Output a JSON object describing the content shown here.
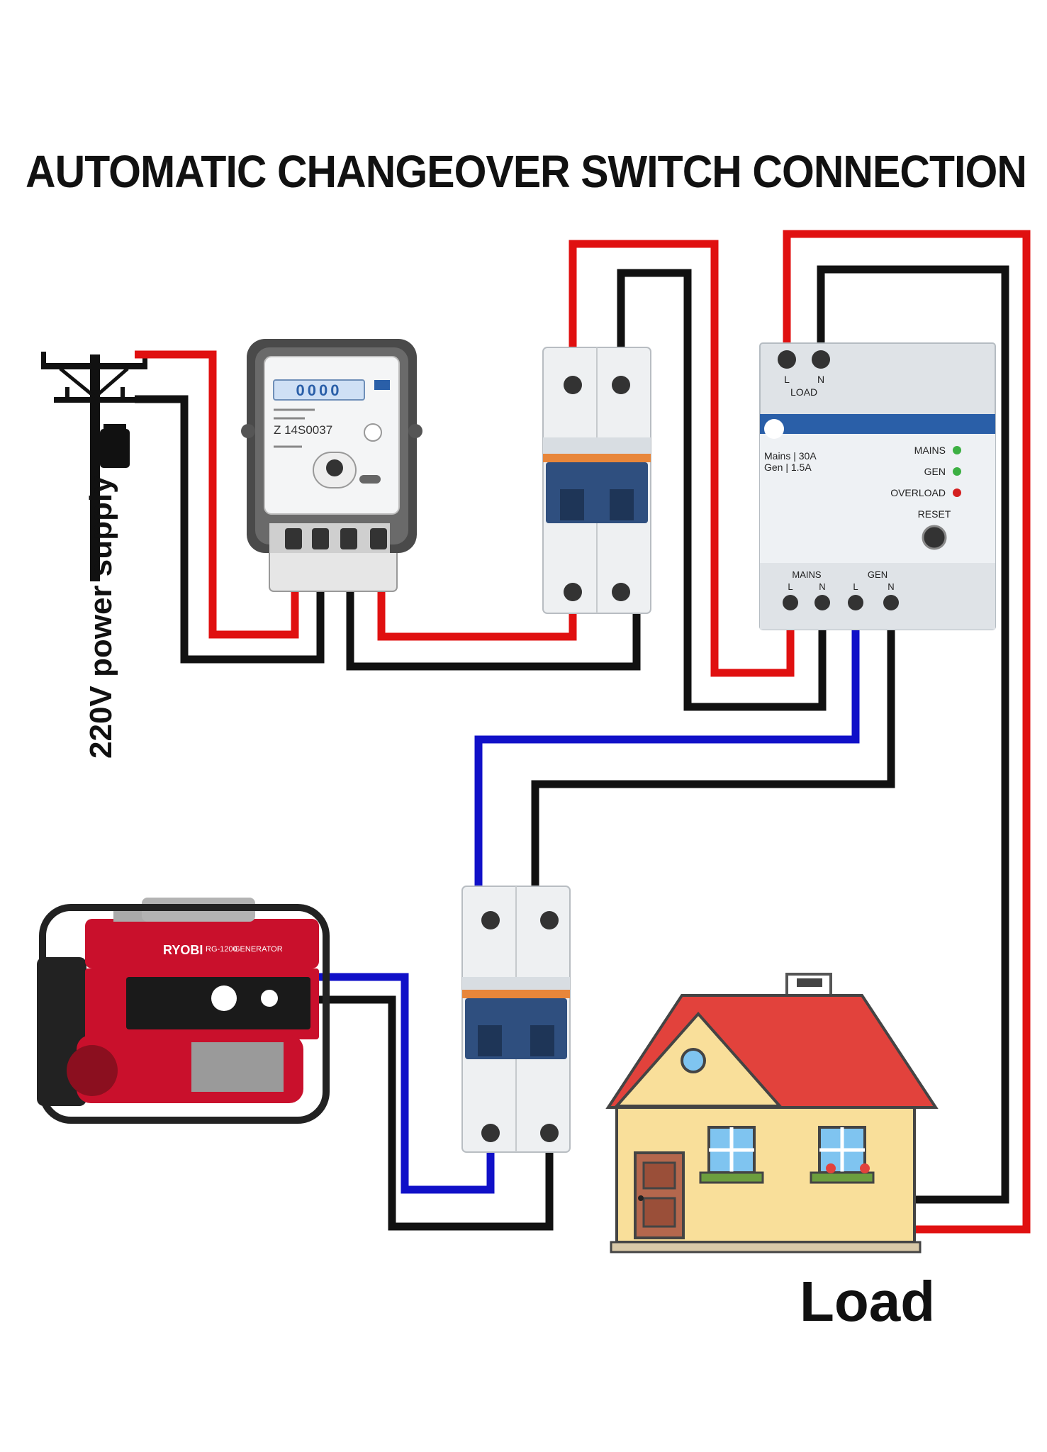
{
  "title": "AUTOMATIC CHANGEOVER SWITCH CONNECTION",
  "supply_label": "220V power supply",
  "load_label": "Load",
  "meter": {
    "display": "0000",
    "serial": "Z 14S0037"
  },
  "changeover": {
    "load_terminals": {
      "l": "L",
      "n": "N",
      "caption": "LOAD"
    },
    "rating_line1": "Mains | 30A",
    "rating_line2": "Gen | 1.5A",
    "indicators": [
      "MAINS",
      "GEN",
      "OVERLOAD"
    ],
    "reset_label": "RESET",
    "input_groups": {
      "mains": "MAINS",
      "gen": "GEN"
    },
    "input_terminals": [
      "L",
      "N",
      "L",
      "N"
    ]
  },
  "generator": {
    "brand": "RYOBI",
    "model": "RG-1200",
    "type": "GENERATOR"
  },
  "colors": {
    "live": "#e01010",
    "neutral": "#111111",
    "generator_live": "#1010c8",
    "accent_blue": "#2a5fa8",
    "breaker_stripe": "#e8863a",
    "indicator_green": "#3cb043",
    "indicator_red": "#d42020"
  }
}
